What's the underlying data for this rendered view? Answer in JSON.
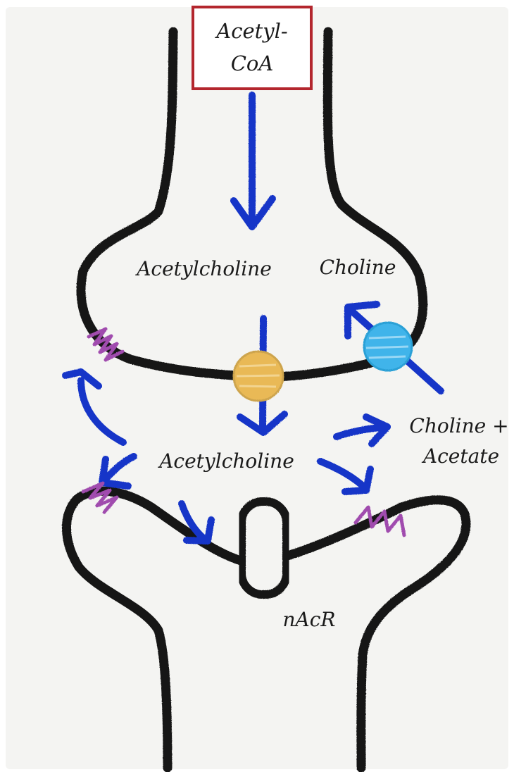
{
  "colors": {
    "paper": "#f4f4f2",
    "membrane": "#141414",
    "arrow": "#1535c8",
    "box_border": "#b3262d",
    "receptor_spring": "#a04cae",
    "transporter_vesicle": "#e9b957",
    "transporter_reuptake": "#3fb4ea"
  },
  "labels": {
    "precursor_line1": "Acetyl-",
    "precursor_line2": "CoA",
    "presynaptic_ach": "Acetylcholine",
    "presynaptic_choline": "Choline",
    "cleft_ach": "Acetylcholine",
    "breakdown_line1": "Choline +",
    "breakdown_line2": "Acetate",
    "receptor": "nAcR"
  },
  "icons": {
    "precursor_box": "rectangle-box",
    "vesicle_transporter": "yellow-circle-icon",
    "reuptake_transporter": "blue-circle-icon",
    "receptor_channel": "oval-channel-icon",
    "autoreceptor": "zigzag-spring-icon"
  }
}
